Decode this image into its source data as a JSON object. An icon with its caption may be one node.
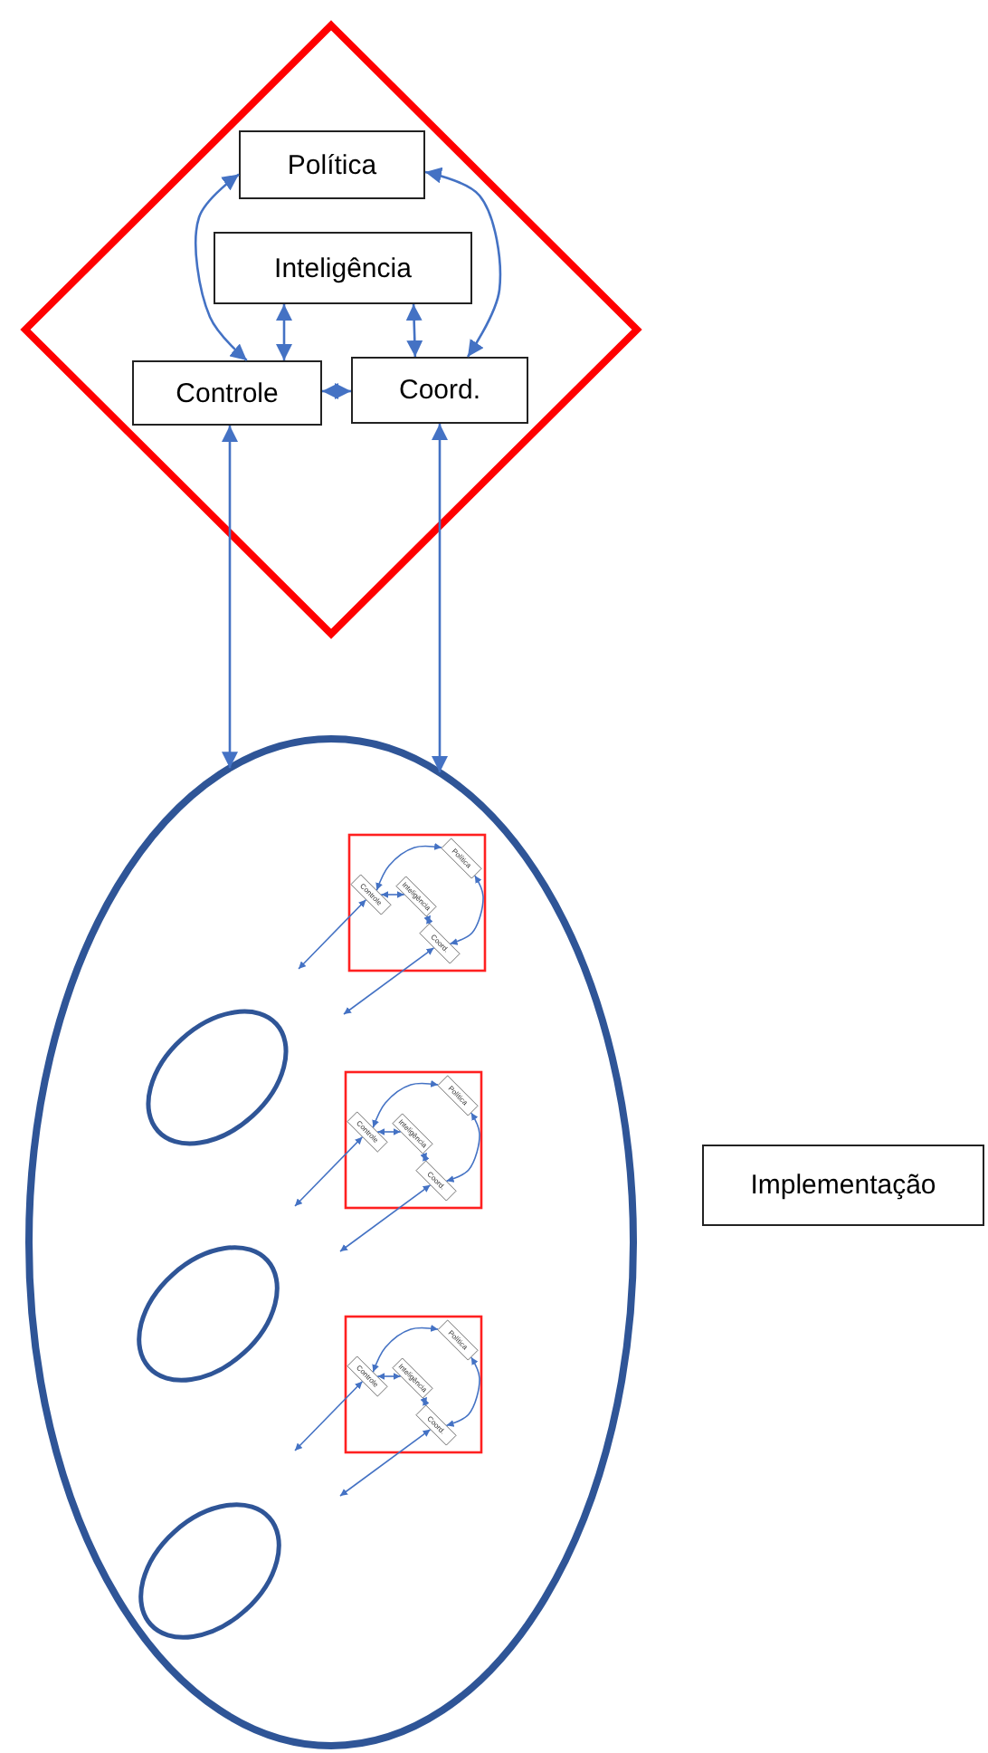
{
  "diagram": {
    "nodes": [
      {
        "text": [],
        "shape": "diamond"
      },
      {
        "text": [
          "Política"
        ],
        "in": 0
      },
      {
        "text": [
          "Inteligência"
        ],
        "in": 0
      },
      {
        "text": [
          "Controle"
        ],
        "in": 0
      },
      {
        "text": [
          "Coord."
        ],
        "in": 0
      },
      {
        "text": [],
        "shape": "ellipse"
      },
      {
        "text": [],
        "shape": "box",
        "in": 5
      },
      {
        "text": [
          "Política"
        ],
        "in": 6
      },
      {
        "text": [
          "Inteligência"
        ],
        "in": 6
      },
      {
        "text": [
          "Controle"
        ],
        "in": 6
      },
      {
        "text": [
          "Coord."
        ],
        "in": 6
      },
      {
        "text": [],
        "shape": "ellipse",
        "in": 5
      },
      {
        "text": [],
        "shape": "box",
        "in": 5
      },
      {
        "text": [
          "Política"
        ],
        "in": 12
      },
      {
        "text": [
          "Inteligência"
        ],
        "in": 12
      },
      {
        "text": [
          "Controle"
        ],
        "in": 12
      },
      {
        "text": [
          "Coord."
        ],
        "in": 12
      },
      {
        "text": [],
        "shape": "ellipse",
        "in": 5
      },
      {
        "text": [],
        "shape": "box",
        "in": 5
      },
      {
        "text": [
          "Política"
        ],
        "in": 18
      },
      {
        "text": [
          "Inteligência"
        ],
        "in": 18
      },
      {
        "text": [
          "Controle"
        ],
        "in": 18
      },
      {
        "text": [
          "Coord."
        ],
        "in": 18
      },
      {
        "text": [],
        "shape": "ellipse",
        "in": 5
      },
      {
        "text": [
          "Implementação"
        ]
      }
    ],
    "edges": [
      {
        "from": 1,
        "to": 3,
        "arrow": "both"
      },
      {
        "from": 1,
        "to": 4,
        "arrow": "both"
      },
      {
        "from": 2,
        "to": 3,
        "arrow": "both"
      },
      {
        "from": 2,
        "to": 4,
        "arrow": "both"
      },
      {
        "from": 3,
        "to": 4,
        "arrow": "both"
      },
      {
        "from": 3,
        "to": 5,
        "arrow": "both"
      },
      {
        "from": 4,
        "to": 5,
        "arrow": "both"
      },
      {
        "from": 7,
        "to": 9,
        "arrow": "both"
      },
      {
        "from": 7,
        "to": 10,
        "arrow": "both"
      },
      {
        "from": 8,
        "to": 9,
        "arrow": "both"
      },
      {
        "from": 8,
        "to": 10,
        "arrow": "both"
      },
      {
        "from": null,
        "to": 9,
        "arrow": "both"
      },
      {
        "from": null,
        "to": 10,
        "arrow": "both"
      },
      {
        "from": 13,
        "to": 15,
        "arrow": "both"
      },
      {
        "from": 13,
        "to": 16,
        "arrow": "both"
      },
      {
        "from": 14,
        "to": 15,
        "arrow": "both"
      },
      {
        "from": 14,
        "to": 16,
        "arrow": "both"
      },
      {
        "from": null,
        "to": 15,
        "arrow": "both"
      },
      {
        "from": null,
        "to": 16,
        "arrow": "both"
      },
      {
        "from": 19,
        "to": 21,
        "arrow": "both"
      },
      {
        "from": 19,
        "to": 22,
        "arrow": "both"
      },
      {
        "from": 20,
        "to": 21,
        "arrow": "both"
      },
      {
        "from": 20,
        "to": 22,
        "arrow": "both"
      },
      {
        "from": null,
        "to": 21,
        "arrow": "both"
      },
      {
        "from": null,
        "to": 22,
        "arrow": "both"
      }
    ]
  }
}
